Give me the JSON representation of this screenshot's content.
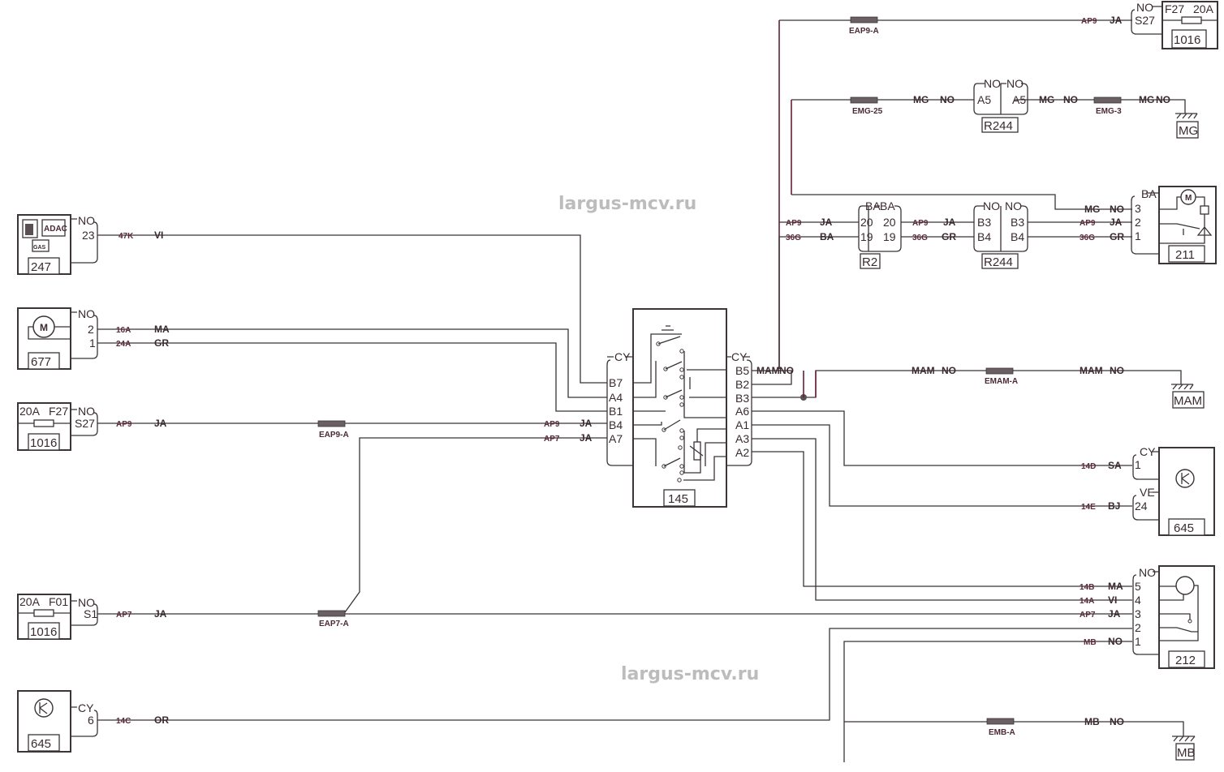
{
  "watermarks": [
    "largus-mcv.ru",
    "largus-mcv.ru"
  ],
  "components": {
    "c247": {
      "id": "247",
      "connector_color": "NO",
      "pins": [
        "23"
      ],
      "icons": [
        "ADAC",
        "GAS"
      ]
    },
    "c677": {
      "id": "677",
      "connector_color": "NO",
      "pins": [
        "2",
        "1"
      ],
      "icon": "M"
    },
    "c1016_left_f27": {
      "id": "1016",
      "fuse": "F27",
      "rating": "20A",
      "connector_color": "NO",
      "pin": "S27"
    },
    "c1016_left_f01": {
      "id": "1016",
      "fuse": "F01",
      "rating": "20A",
      "connector_color": "NO",
      "pin": "S1"
    },
    "c645_left": {
      "id": "645",
      "connector_color": "CY",
      "pin": "6"
    },
    "c145": {
      "id": "145",
      "left_connector_color": "CY",
      "left_pins": [
        "B7",
        "A4",
        "B1",
        "B4",
        "A7"
      ],
      "right_connector_color": "CY",
      "right_pins": [
        "B5",
        "B2",
        "B3",
        "A6",
        "A1",
        "A3",
        "A2"
      ]
    },
    "c1016_top": {
      "id": "1016",
      "fuse": "F27",
      "rating": "20A",
      "connector_color": "NO",
      "pin": "S27"
    },
    "r244_top": {
      "id": "R244",
      "left_color": "NO",
      "right_color": "NO",
      "left_pin": "A5",
      "right_pin": "A5"
    },
    "r2": {
      "id": "R2",
      "left_color": "BA",
      "right_color": "BA",
      "left_pins": [
        "20",
        "19"
      ],
      "right_pins": [
        "20",
        "19"
      ]
    },
    "r244_mid": {
      "id": "R244",
      "left_color": "NO",
      "right_color": "NO",
      "left_pins": [
        "B3",
        "B4"
      ],
      "right_pins": [
        "B3",
        "B4"
      ]
    },
    "c211": {
      "id": "211",
      "connector_color": "BA",
      "pins": [
        "3",
        "2",
        "1"
      ],
      "icon": "M"
    },
    "c645_right": {
      "id": "645",
      "connector1_color": "CY",
      "pin1": "1",
      "connector2_color": "VE",
      "pin2": "24"
    },
    "c212": {
      "id": "212",
      "connector_color": "NO",
      "pins": [
        "5",
        "4",
        "3",
        "2",
        "1"
      ]
    }
  },
  "grounds": [
    "MG",
    "MAM",
    "MB"
  ],
  "splices": [
    "EAP9-A",
    "EAP9-A",
    "EMG-25",
    "EMG-3",
    "EMAM-A",
    "EAP7-A",
    "EMB-A"
  ],
  "wires": {
    "w247": {
      "code": "47K",
      "color": "VI"
    },
    "w677_2": {
      "code": "16A",
      "color": "MA"
    },
    "w677_1": {
      "code": "24A",
      "color": "GR"
    },
    "wS27": {
      "code": "AP9",
      "color": "JA"
    },
    "wB4": {
      "code": "AP9",
      "color": "JA"
    },
    "wA7": {
      "code": "AP7",
      "color": "JA"
    },
    "wS1": {
      "code": "AP7",
      "color": "JA"
    },
    "w645": {
      "code": "14C",
      "color": "OR"
    },
    "wTopS27": {
      "code": "AP9",
      "color": "JA"
    },
    "wMG1": {
      "code": "MG",
      "color": "NO"
    },
    "wMG2": {
      "code": "MG",
      "color": "NO"
    },
    "wMG3": {
      "code": "MG",
      "color": "NO"
    },
    "wR2_20": {
      "code": "AP9",
      "color": "JA"
    },
    "wR2_19": {
      "code": "36G",
      "color": "BA"
    },
    "wR2R244_20": {
      "code": "AP9",
      "color": "JA"
    },
    "wR2R244_19": {
      "code": "36G",
      "color": "GR"
    },
    "w211_3": {
      "code": "MG",
      "color": "NO"
    },
    "w211_2": {
      "code": "AP9",
      "color": "JA"
    },
    "w211_1": {
      "code": "36G",
      "color": "GR"
    },
    "wB5": {
      "code": "MAM",
      "color": "NO"
    },
    "wMAM1": {
      "code": "MAM",
      "color": "NO"
    },
    "wMAM2": {
      "code": "MAM",
      "color": "NO"
    },
    "w645_1": {
      "code": "14D",
      "color": "SA"
    },
    "w645_24": {
      "code": "14E",
      "color": "BJ"
    },
    "w212_5": {
      "code": "14B",
      "color": "MA"
    },
    "w212_4": {
      "code": "14A",
      "color": "VI"
    },
    "w212_3": {
      "code": "AP7",
      "color": "JA"
    },
    "w212_1": {
      "code": "MB",
      "color": "NO"
    },
    "wMB": {
      "code": "MB",
      "color": "NO"
    }
  }
}
